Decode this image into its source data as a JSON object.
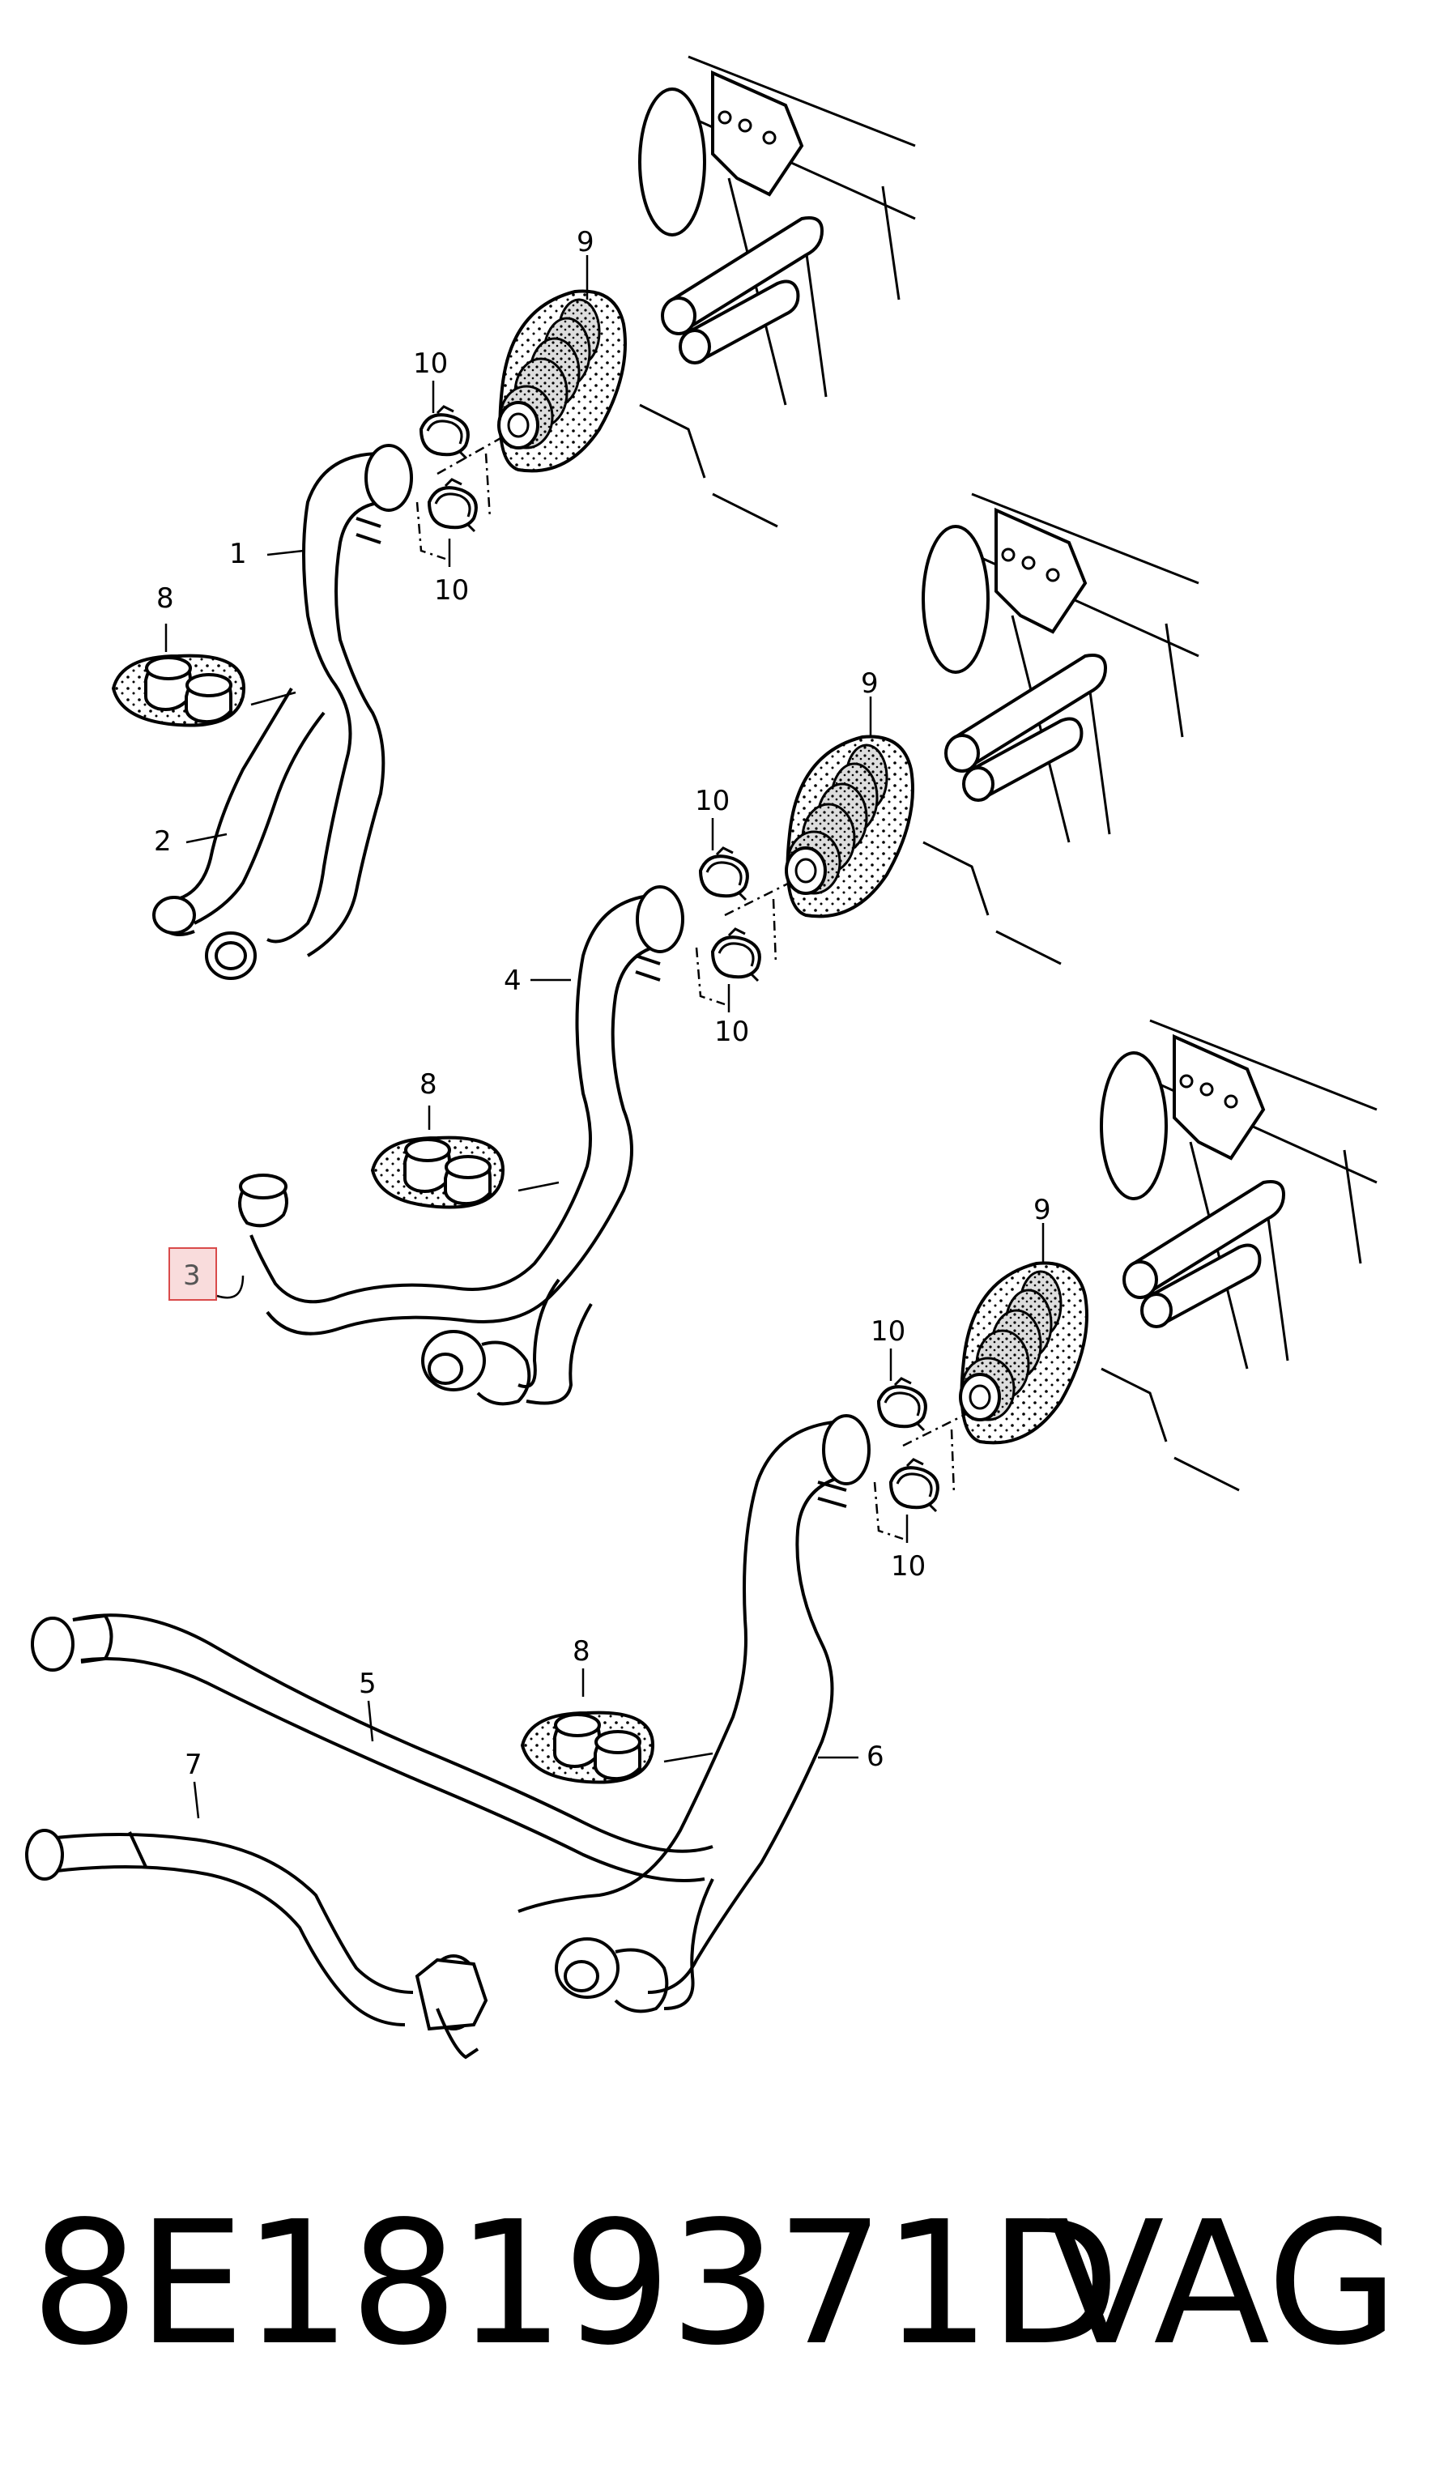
{
  "labels": {
    "top_group": {
      "hose_1": "1",
      "hose_2": "2",
      "bracket_8": "8",
      "seal_9": "9",
      "clip_10_upper": "10",
      "clip_10_lower": "10"
    },
    "middle_group": {
      "hose_3": "3",
      "hose_4": "4",
      "bracket_8": "8",
      "seal_9": "9",
      "clip_10_upper": "10",
      "clip_10_lower": "10"
    },
    "bottom_group": {
      "hose_5": "5",
      "hose_6": "6",
      "hose_7": "7",
      "bracket_8": "8",
      "seal_9": "9",
      "clip_10_upper": "10",
      "clip_10_lower": "10"
    }
  },
  "highlighted_item": "3",
  "highlight_color": "#f9dcdc",
  "footer": {
    "part_number": "8E1819371D",
    "brand": "VAG"
  }
}
